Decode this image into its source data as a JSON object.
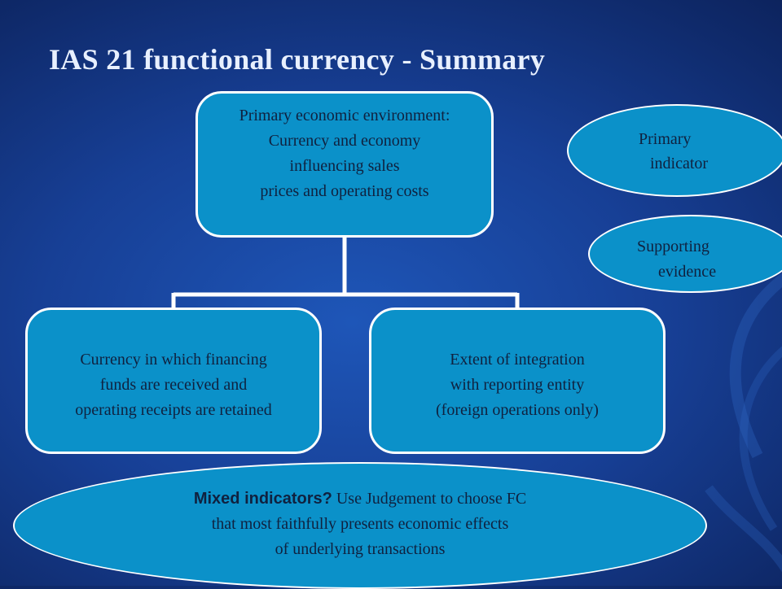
{
  "slide": {
    "title": "IAS 21 functional currency - Summary"
  },
  "colors": {
    "background": "#173f95",
    "box_fill": "#0b91c9",
    "box_border": "#ffffff",
    "connector": "#ffffff",
    "title_text": "#e8f0ff",
    "body_text": "#10213f"
  },
  "hierarchy": {
    "top": {
      "lines": [
        "Primary economic environment:",
        "Currency and economy",
        "influencing sales",
        "prices and operating costs"
      ]
    },
    "left": {
      "lines": [
        "Currency in which financing",
        "funds are received and",
        "operating receipts are retained"
      ]
    },
    "right": {
      "lines": [
        "Extent of integration",
        "with reporting entity",
        "(foreign operations only)"
      ]
    }
  },
  "legend": {
    "primary": {
      "lines": [
        "Primary",
        "indicator"
      ]
    },
    "supporting": {
      "lines": [
        "Supporting",
        "evidence"
      ]
    }
  },
  "mixed": {
    "lead": "Mixed indicators?",
    "line1_rest": " Use Judgement to choose FC",
    "line2": "that most faithfully presents economic effects",
    "line3": "of underlying transactions"
  }
}
